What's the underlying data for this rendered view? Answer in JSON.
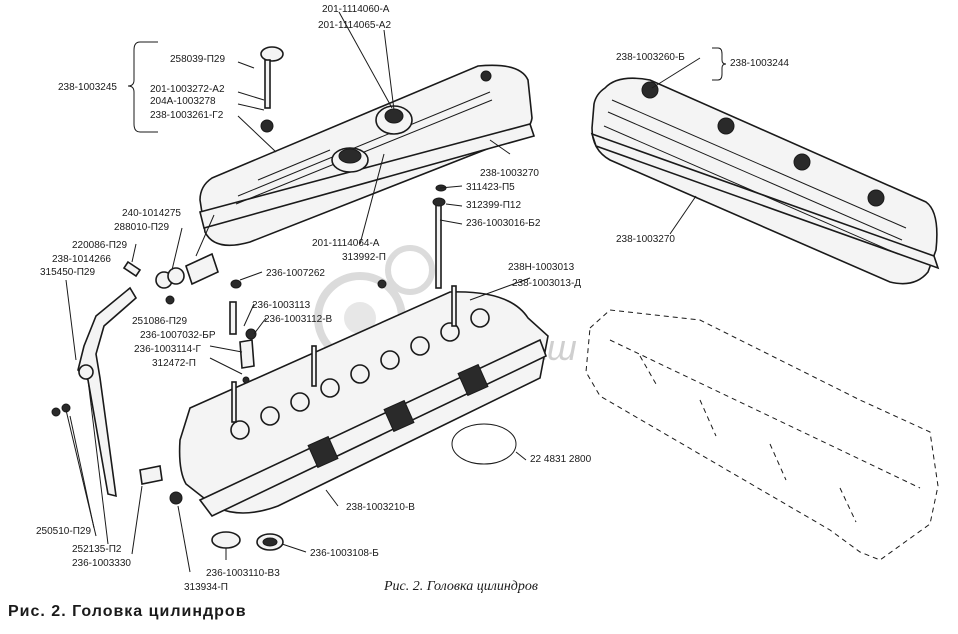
{
  "watermark": "СпецМаш",
  "image_caption": "Рис. 2. Головка цилиндров",
  "page_caption": "Рис. 2. Головка цилиндров",
  "labels": {
    "l201_1114060_A": "201-1114060-А",
    "l201_1114065_A2": "201-1114065-А2",
    "l258039_P29": "258039-П29",
    "l238_1003245": "238-1003245",
    "l201_1003272_A2": "201-1003272-А2",
    "l204A_1003278": "204А-1003278",
    "l238_1003261_G2": "238-1003261-Г2",
    "l238_1003260_B": "238-1003260-Б",
    "l238_1003244": "238-1003244",
    "l238_1003270_a": "238-1003270",
    "l311423_P5": "311423-П5",
    "l312399_P12": "312399-П12",
    "l236_1003016_B2": "236-1003016-Б2",
    "l238_1003270_b": "238-1003270",
    "l240_1014275": "240-1014275",
    "l288010_P29": "288010-П29",
    "l220086_P29": "220086-П29",
    "l238_1014266": "238-1014266",
    "l315450_P29": "315450-П29",
    "l201_1114064_A": "201-1114064-А",
    "l313992_P": "313992-П",
    "l236_1007262": "236-1007262",
    "l238N_1003013": "238Н-1003013",
    "l238_1003013_D": "238-1003013-Д",
    "l236_1003113": "236-1003113",
    "l236_1003112_V": "236-1003112-В",
    "l251086_P29": "251086-П29",
    "l236_1007032_BR": "236-1007032-БР",
    "l236_1003114_G": "236-1003114-Г",
    "l312472_P": "312472-П",
    "l22_4831_2800": "22 4831 2800",
    "l238_1003210_V": "238-1003210-В",
    "l250510_P29": "250510-П29",
    "l252135_P2": "252135-П2",
    "l236_1003330": "236-1003330",
    "l236_1003110_V3": "236-1003110-В3",
    "l236_1003108_B": "236-1003108-Б",
    "l313934_P": "313934-П"
  }
}
